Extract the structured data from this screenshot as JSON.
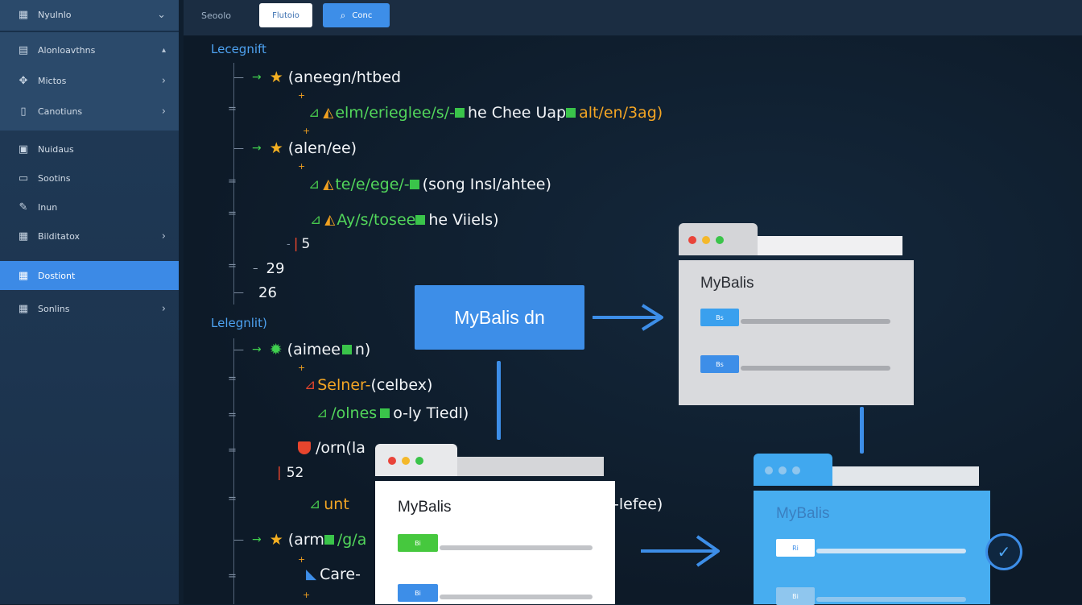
{
  "sidebar": {
    "items": [
      {
        "label": "Nyulnlo",
        "icon": "table-icon"
      },
      {
        "label": "Alonloavthns",
        "icon": "grid-icon"
      },
      {
        "label": "Mictos",
        "icon": "puzzle-icon"
      },
      {
        "label": "Canotiuns",
        "icon": "document-icon"
      },
      {
        "label": "Nuidaus",
        "icon": "database-icon"
      },
      {
        "label": "Sootins",
        "icon": "file-icon"
      },
      {
        "label": "Inun",
        "icon": "pen-icon"
      },
      {
        "label": "Bilditatox",
        "icon": "table-icon"
      },
      {
        "label": "Dostiont",
        "icon": "table-icon"
      },
      {
        "label": "Sonlins",
        "icon": "table-icon"
      }
    ]
  },
  "topbar": {
    "label": "Seoolo",
    "button_white": "Flutoio",
    "button_blue": "Conc"
  },
  "tree": {
    "section1": "Lecegnift",
    "section2": "Lelegnlit)",
    "rows": [
      {
        "text": "(aneegn/htbed"
      },
      {
        "text": "elm/erieglee/s/-",
        "tail": "he Chee Uap",
        "tail2": "alt/en/3ag)"
      },
      {
        "text": "(alen/ee)"
      },
      {
        "text": "te/e/ege/-",
        "tail": "(song Insl/ahtee)"
      },
      {
        "text": "Ay/s/tosee",
        "tail": "he Viiels)"
      },
      {
        "text": "5"
      },
      {
        "text": "29"
      },
      {
        "text": "26"
      },
      {
        "text": "(aimee",
        "tail": "n)"
      },
      {
        "text": "Selner-",
        "tail": "(celbex)"
      },
      {
        "text": "/olnes",
        "tail": "o-ly Tiedl)"
      },
      {
        "text": "/orn(la"
      },
      {
        "text": "52"
      },
      {
        "text": "unt",
        "tail": "-lefee)"
      },
      {
        "text": "(arm",
        "tail": "/g/a"
      },
      {
        "text": "Care-"
      }
    ]
  },
  "diagram": {
    "box_label": "MyBalis dn",
    "folder1_title": "MyBalis",
    "folder2_title": "MyBalis",
    "folder3_title": "MyBalis",
    "pill_a": "Bs",
    "pill_b": "Bs",
    "pill_c": "Bi",
    "pill_d": "Bi",
    "pill_e": "Ri",
    "pill_f": "Bi"
  },
  "colors": {
    "accent": "#3d8ee8",
    "sidebar": "#203a57",
    "canvas": "#0f1e2e",
    "tree_green": "#52d65b",
    "tree_orange": "#f3a524"
  }
}
